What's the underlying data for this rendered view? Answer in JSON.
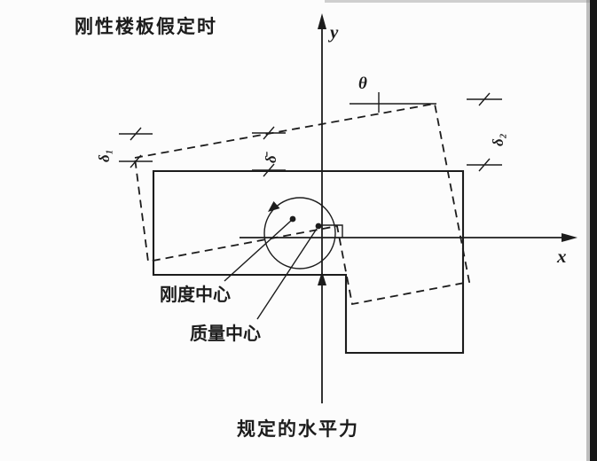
{
  "figure": {
    "title": "刚性楼板假定时",
    "axes": {
      "x": "x",
      "y": "y"
    },
    "symbols": {
      "theta": "θ",
      "delta_1": "δ₁",
      "delta_bar": "δ̄",
      "delta_2": "δ₂"
    },
    "annotations": {
      "stiffness_center": "刚度中心",
      "mass_center": "质量中心",
      "horizontal_force": "规定的水平力"
    },
    "colors": {
      "ink": "#1c1c1c",
      "background": "#fcfcfc"
    }
  }
}
